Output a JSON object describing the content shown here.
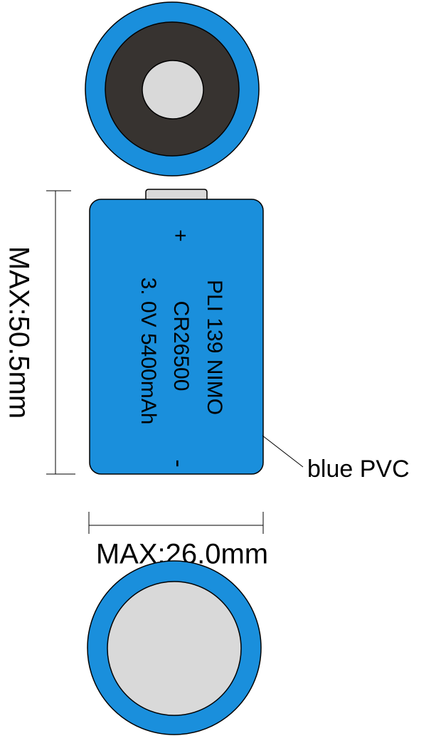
{
  "diagram": {
    "battery_label": {
      "line1": "PLI 139  NIMO",
      "line2": "CR26500",
      "line3": "3. 0V  5400mAh",
      "plus": "+",
      "minus": "-"
    },
    "dimensions": {
      "height_label": "MAX:50.5mm",
      "width_label": "MAX:26.0mm"
    },
    "callout": {
      "material_label": "blue PVC"
    },
    "colors": {
      "pvc_blue": "#1a8fdc",
      "terminal_gray": "#d9d9d9",
      "insulator_dark": "#373330",
      "line": "#000000"
    }
  }
}
